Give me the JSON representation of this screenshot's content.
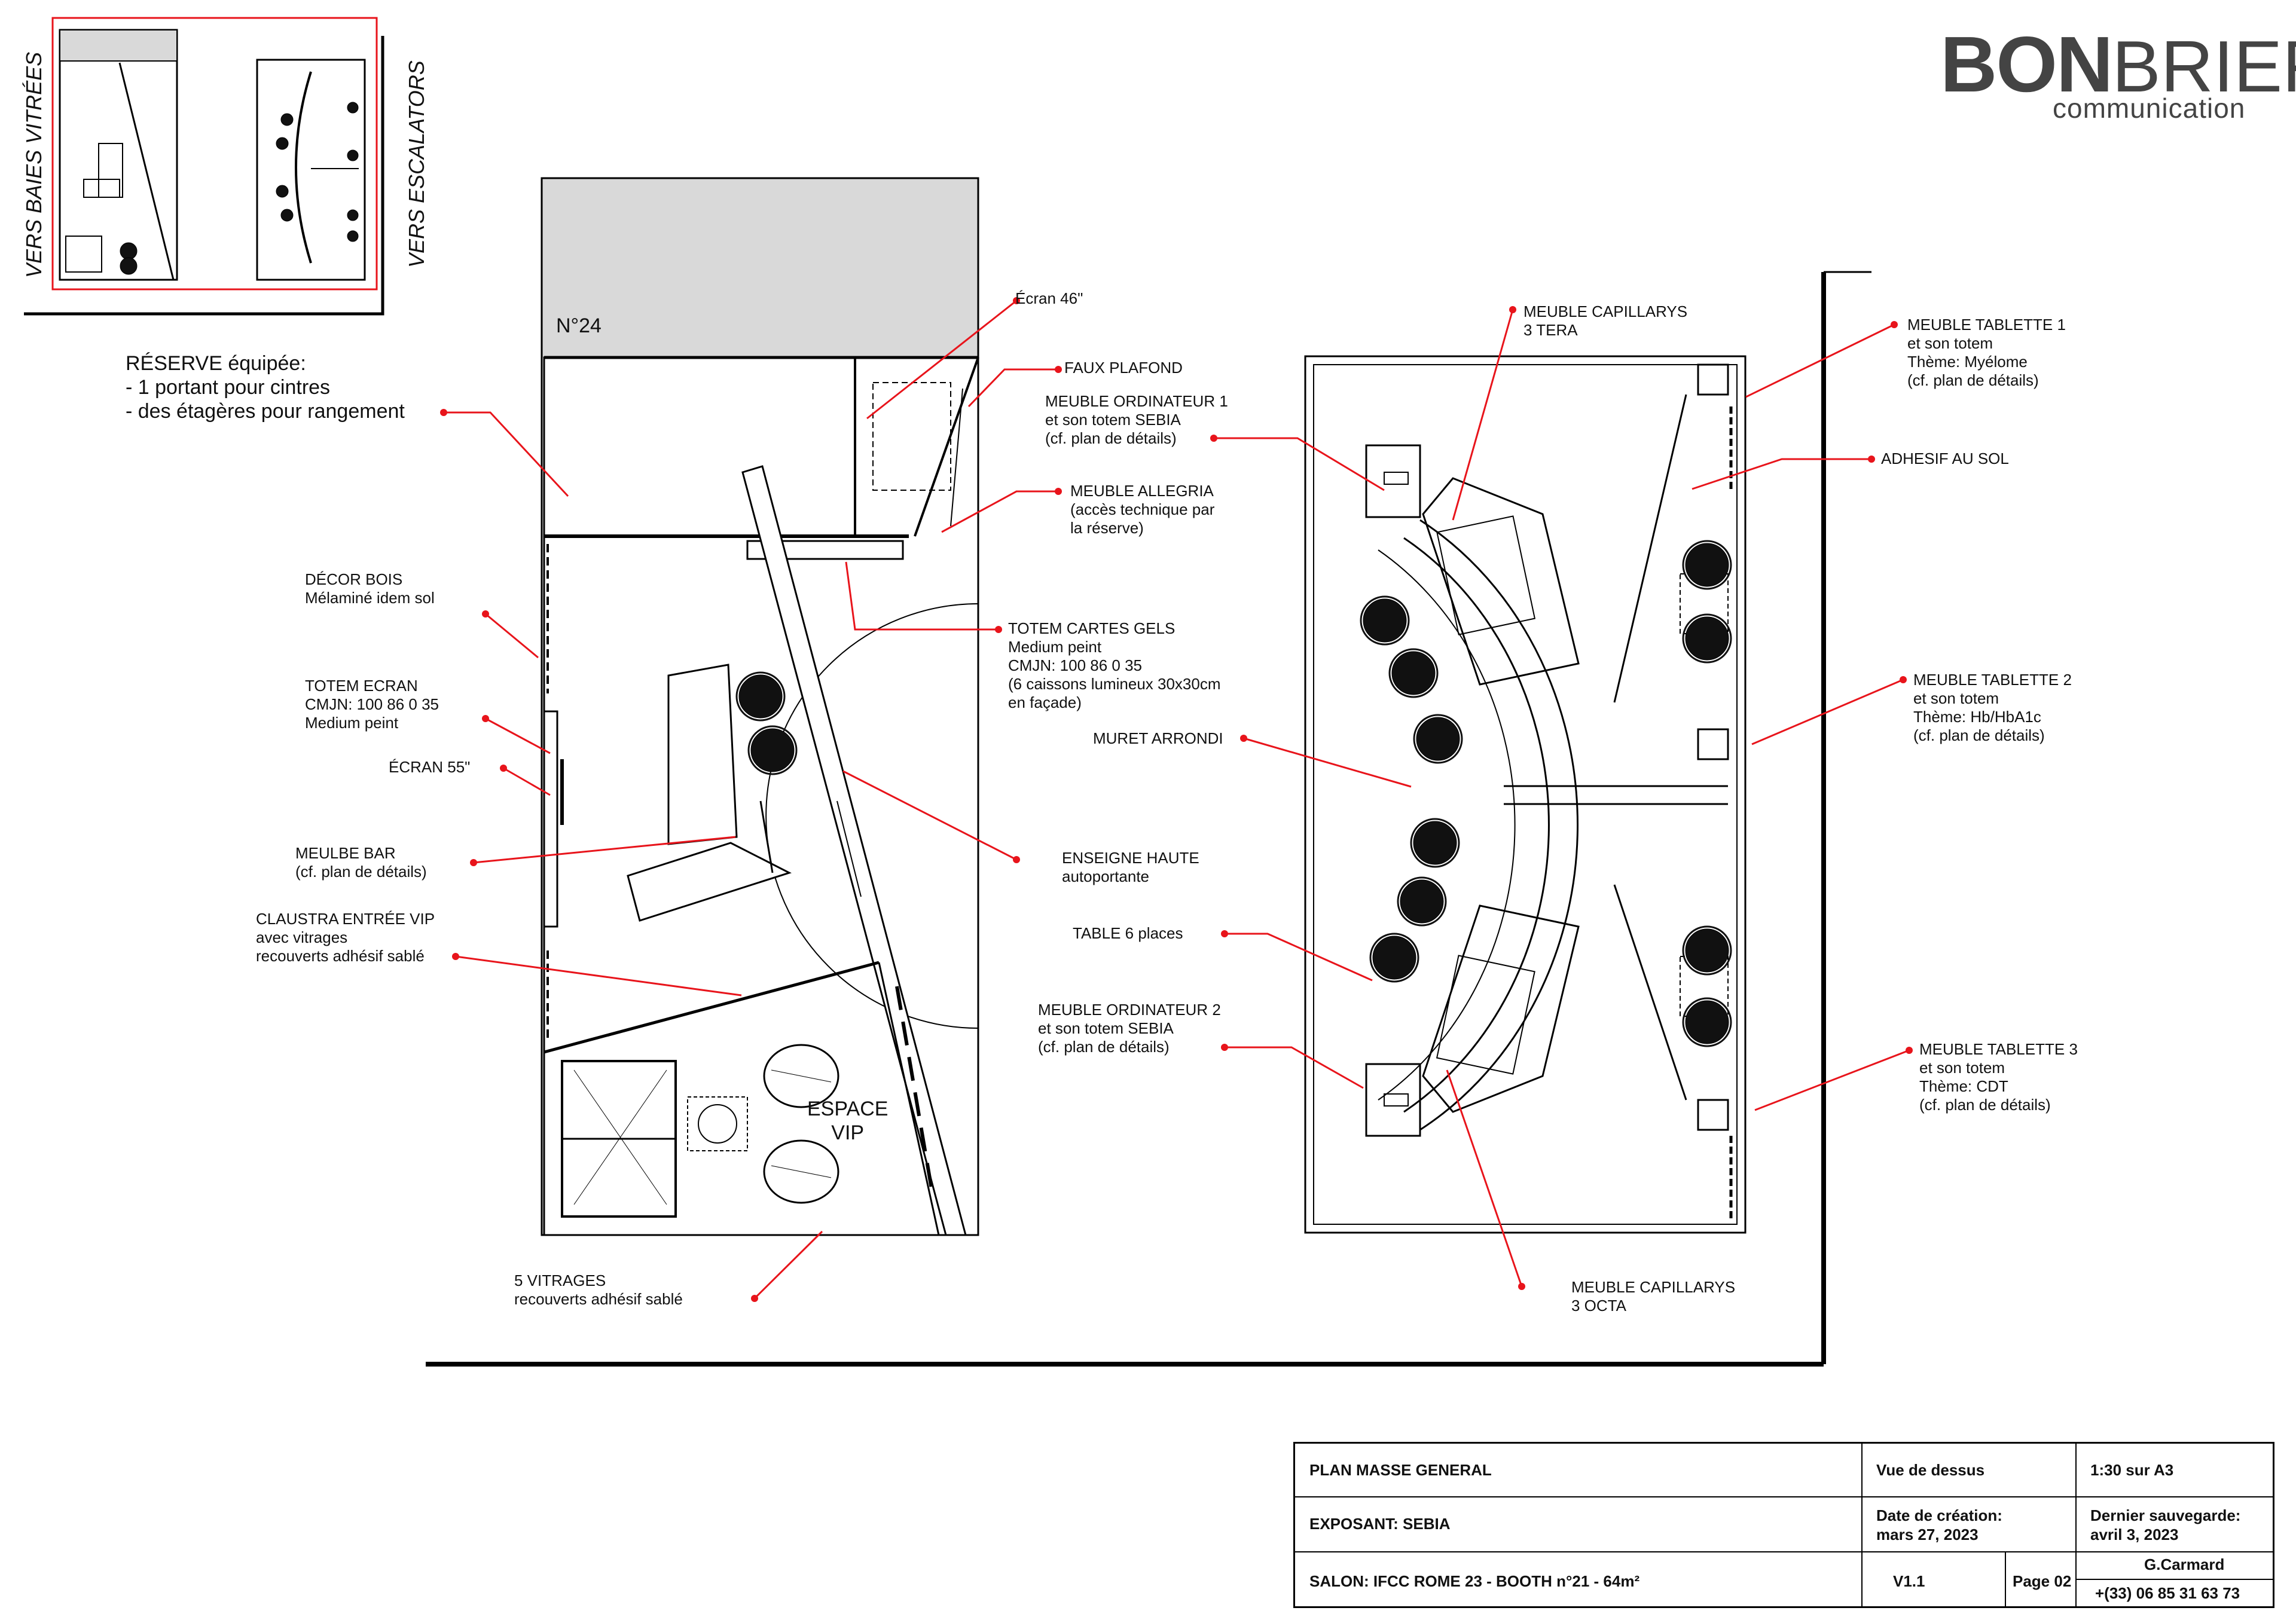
{
  "logo": {
    "main_bold": "BON",
    "main_thin": "BRIEF",
    "subtitle": "communication"
  },
  "orientation": {
    "left": "VERS BAIES VITRÉES",
    "right": "VERS ESCALATORS"
  },
  "booth_left": {
    "room_number": "N°24",
    "vip_label": [
      "ESPACE",
      "VIP"
    ],
    "reserve": [
      "RÉSERVE équipée:",
      "- 1 portant pour cintres",
      "- des étagères pour rangement"
    ],
    "annotations": {
      "ecran46": [
        "Écran 46\""
      ],
      "faux_plafond": [
        "FAUX PLAFOND"
      ],
      "meuble_allegria": [
        "MEUBLE ALLEGRIA",
        "(accès technique par",
        "la réserve)"
      ],
      "totem_cartes": [
        "TOTEM CARTES GELS",
        "Medium peint",
        "CMJN: 100 86 0 35",
        "(6 caissons lumineux 30x30cm",
        "en façade)"
      ],
      "decor_bois": [
        "DÉCOR BOIS",
        "Mélaminé idem sol"
      ],
      "totem_ecran": [
        "TOTEM ECRAN",
        "CMJN: 100 86 0 35",
        "Medium peint"
      ],
      "ecran55": [
        "ÉCRAN 55\""
      ],
      "meuble_bar": [
        "MEULBE BAR",
        "(cf. plan de détails)"
      ],
      "claustra": [
        "CLAUSTRA ENTRÉE VIP",
        "avec vitrages",
        "recouverts adhésif sablé"
      ],
      "vitrages": [
        "5 VITRAGES",
        "recouverts adhésif sablé"
      ],
      "enseigne": [
        "ENSEIGNE HAUTE",
        "autoportante"
      ]
    }
  },
  "booth_right": {
    "annotations": {
      "meuble_ordi1": [
        "MEUBLE ORDINATEUR 1",
        "et son totem SEBIA",
        "(cf. plan de détails)"
      ],
      "capillarys_tera": [
        "MEUBLE CAPILLARYS",
        "3 TERA"
      ],
      "muret": [
        "MURET ARRONDI"
      ],
      "table6": [
        "TABLE 6 places"
      ],
      "meuble_ordi2": [
        "MEUBLE ORDINATEUR 2",
        "et son totem SEBIA",
        "(cf. plan de détails)"
      ],
      "capillarys_octa": [
        "MEUBLE CAPILLARYS",
        "3 OCTA"
      ],
      "tablette1": [
        "MEUBLE TABLETTE 1",
        "et son totem",
        "Thème: Myélome",
        "(cf. plan de détails)"
      ],
      "adhesif": [
        "ADHESIF AU SOL"
      ],
      "tablette2": [
        "MEUBLE TABLETTE 2",
        "et son totem",
        "Thème: Hb/HbA1c",
        "(cf. plan de détails)"
      ],
      "tablette3": [
        "MEUBLE TABLETTE 3",
        "et son totem",
        "Thème: CDT",
        "(cf. plan de détails)"
      ]
    }
  },
  "title_block": {
    "plan": "PLAN MASSE GENERAL",
    "view": "Vue de dessus",
    "scale": "1:30 sur A3",
    "exhibitor": "EXPOSANT: SEBIA",
    "created_label": "Date de création:",
    "created_date": "mars 27, 2023",
    "saved_label": "Dernier sauvegarde:",
    "saved_date": "avril 3, 2023",
    "salon": "SALON: IFCC ROME 23 - BOOTH n°21 - 64m²",
    "version": "V1.1",
    "page": "Page 02",
    "author": "G.Carmard",
    "phone": "+(33) 06 85 31 63 73"
  },
  "colors": {
    "leader": "#e8141b",
    "line": "#000000",
    "wall_fill": "#d9d9d9",
    "logo": "#444444"
  }
}
